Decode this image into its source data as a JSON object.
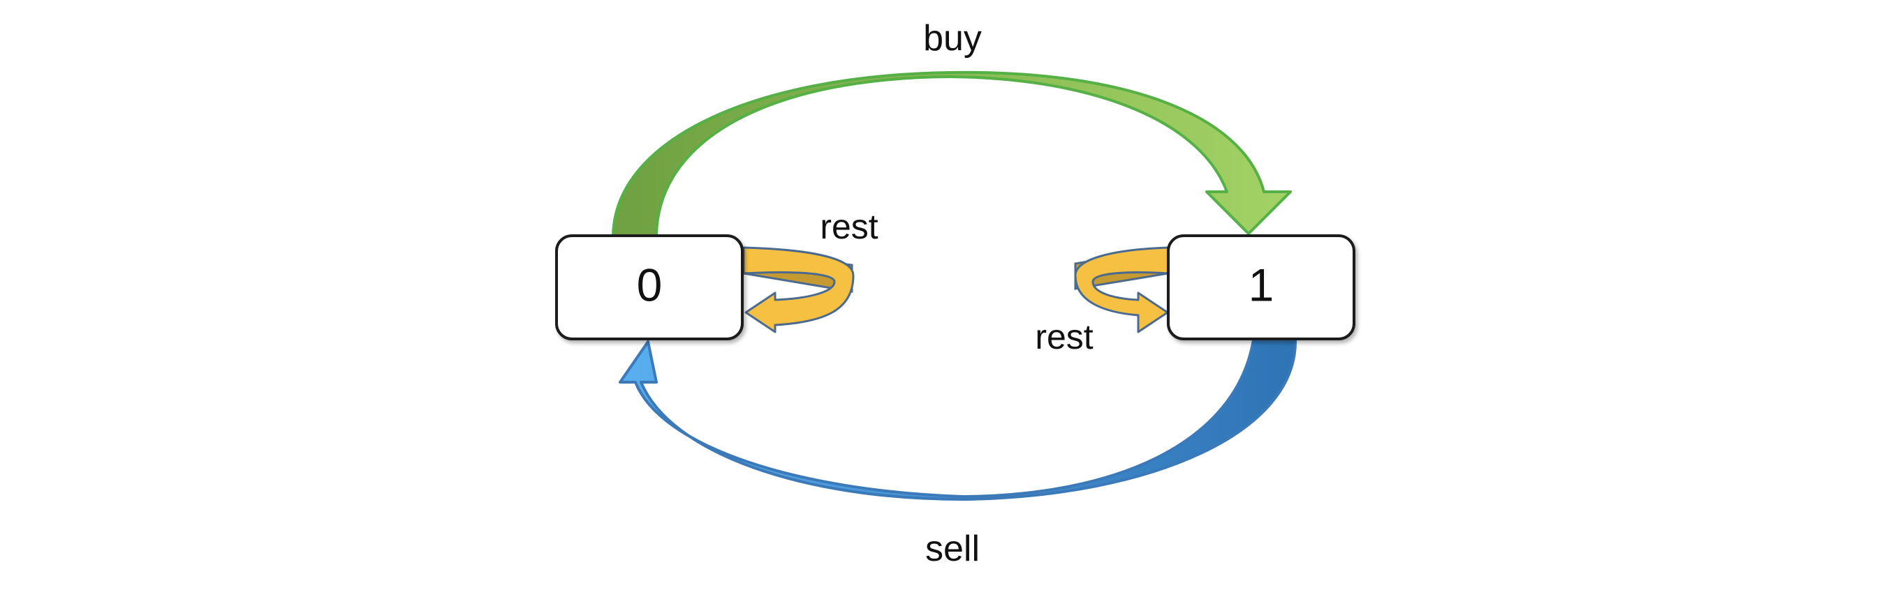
{
  "states": [
    {
      "id": "0",
      "label": "0"
    },
    {
      "id": "1",
      "label": "1"
    }
  ],
  "transitions": [
    {
      "from": "0",
      "to": "1",
      "label": "buy",
      "color_start": "#6fa041",
      "color_end": "#a3d366",
      "stroke": "#55b046"
    },
    {
      "from": "1",
      "to": "0",
      "label": "sell",
      "color_start": "#2e74b5",
      "color_end": "#5aaff0",
      "stroke": "#3b79b9"
    },
    {
      "from": "0",
      "to": "0",
      "label": "rest",
      "color_back": "#c59a30",
      "color_front": "#f6c142",
      "stroke": "#4a6a90"
    },
    {
      "from": "1",
      "to": "1",
      "label": "rest",
      "color_back": "#c59a30",
      "color_front": "#f6c142",
      "stroke": "#4a6a90"
    }
  ]
}
